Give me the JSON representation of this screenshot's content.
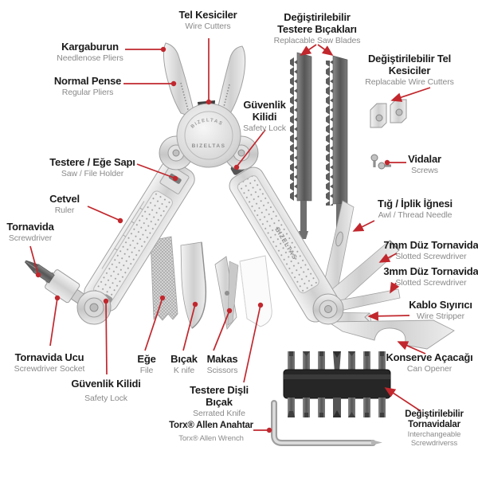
{
  "diagram": {
    "title": "Multi-tool parts diagram",
    "brand": "BIZELTAS",
    "colors": {
      "accent_red": "#c1272d",
      "label_dark": "#1b1b1b",
      "label_gray": "#8a8a8a",
      "background": "#ffffff"
    },
    "labels": [
      {
        "id": "wire-cutters",
        "tr": "Tel Kesiciler",
        "en": "Wire Cutters"
      },
      {
        "id": "needlenose-pliers",
        "tr": "Kargaburun",
        "en": "Needlenose Pliers"
      },
      {
        "id": "regular-pliers",
        "tr": "Normal Pense",
        "en": "Regular Pliers"
      },
      {
        "id": "replaceable-saw-blades",
        "tr": "Değiştirilebilir Testere Bıçakları",
        "en": "Replacable Saw Blades"
      },
      {
        "id": "replaceable-wire-cutters",
        "tr": "Değiştirilebilir Tel Kesiciler",
        "en": "Replacable Wire Cutters"
      },
      {
        "id": "safety-lock-top",
        "tr": "Güvenlik Kilidi",
        "en": "Safety Lock"
      },
      {
        "id": "saw-file-holder",
        "tr": "Testere / Eğe Sapı",
        "en": "Saw / File Holder"
      },
      {
        "id": "ruler",
        "tr": "Cetvel",
        "en": "Ruler"
      },
      {
        "id": "screwdriver",
        "tr": "Tornavida",
        "en": "Screwdriver"
      },
      {
        "id": "screws",
        "tr": "Vidalar",
        "en": "Screws"
      },
      {
        "id": "awl-thread-needle",
        "tr": "Tığ / İplik İğnesi",
        "en": "Awl / Thread Needle"
      },
      {
        "id": "slotted-screwdriver-7mm",
        "tr": "7mm Düz Tornavida",
        "en": "Slotted Screwdriver"
      },
      {
        "id": "slotted-screwdriver-3mm",
        "tr": "3mm Düz Tornavida",
        "en": "Slotted Screwdriver"
      },
      {
        "id": "wire-stripper",
        "tr": "Kablo Sıyırıcı",
        "en": "Wire Stripper"
      },
      {
        "id": "screwdriver-socket",
        "tr": "Tornavida Ucu",
        "en": "Screwdriver Socket"
      },
      {
        "id": "safety-lock-bottom",
        "tr": "Güvenlik Kilidi",
        "en": "Safety Lock"
      },
      {
        "id": "file",
        "tr": "Eğe",
        "en": "File"
      },
      {
        "id": "knife",
        "tr": "Bıçak",
        "en": "K nife"
      },
      {
        "id": "scissors",
        "tr": "Makas",
        "en": "Scissors"
      },
      {
        "id": "serrated-knife",
        "tr": "Testere Dişli Bıçak",
        "en": "Serrated Knife"
      },
      {
        "id": "torx-allen-wrench",
        "tr": "Torx® Allen Anahtar",
        "en": "Torx® Allen Wrench"
      },
      {
        "id": "can-opener",
        "tr": "Konserve Açacağı",
        "en": "Can Opener"
      },
      {
        "id": "interchangeable-screwdrivers",
        "tr": "Değiştirilebilir Tornavidalar",
        "en": "Interchangeable Screwdriverss"
      }
    ]
  }
}
